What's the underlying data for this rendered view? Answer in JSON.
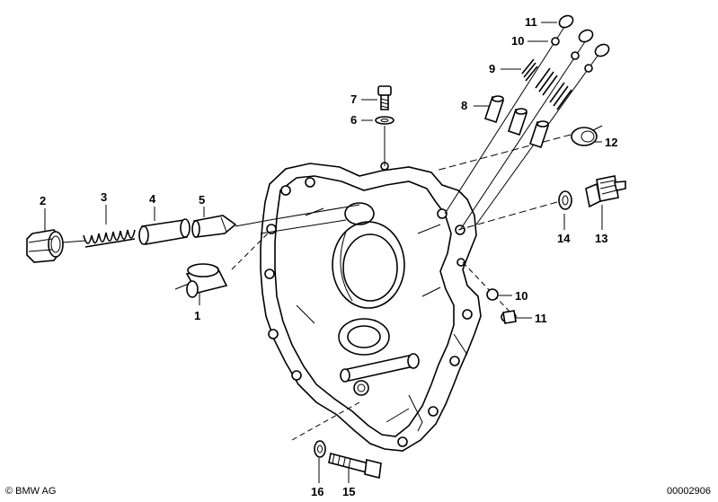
{
  "diagram": {
    "callouts": {
      "c1": "1",
      "c2": "2",
      "c3": "3",
      "c4": "4",
      "c5": "5",
      "c6": "6",
      "c7": "7",
      "c8": "8",
      "c9": "9",
      "c10a": "10",
      "c10b": "10",
      "c11a": "11",
      "c11b": "11",
      "c12": "12",
      "c13": "13",
      "c14": "14",
      "c15": "15",
      "c16": "16"
    }
  },
  "footer": {
    "copyright": "© BMW AG",
    "document_number": "00002906"
  }
}
